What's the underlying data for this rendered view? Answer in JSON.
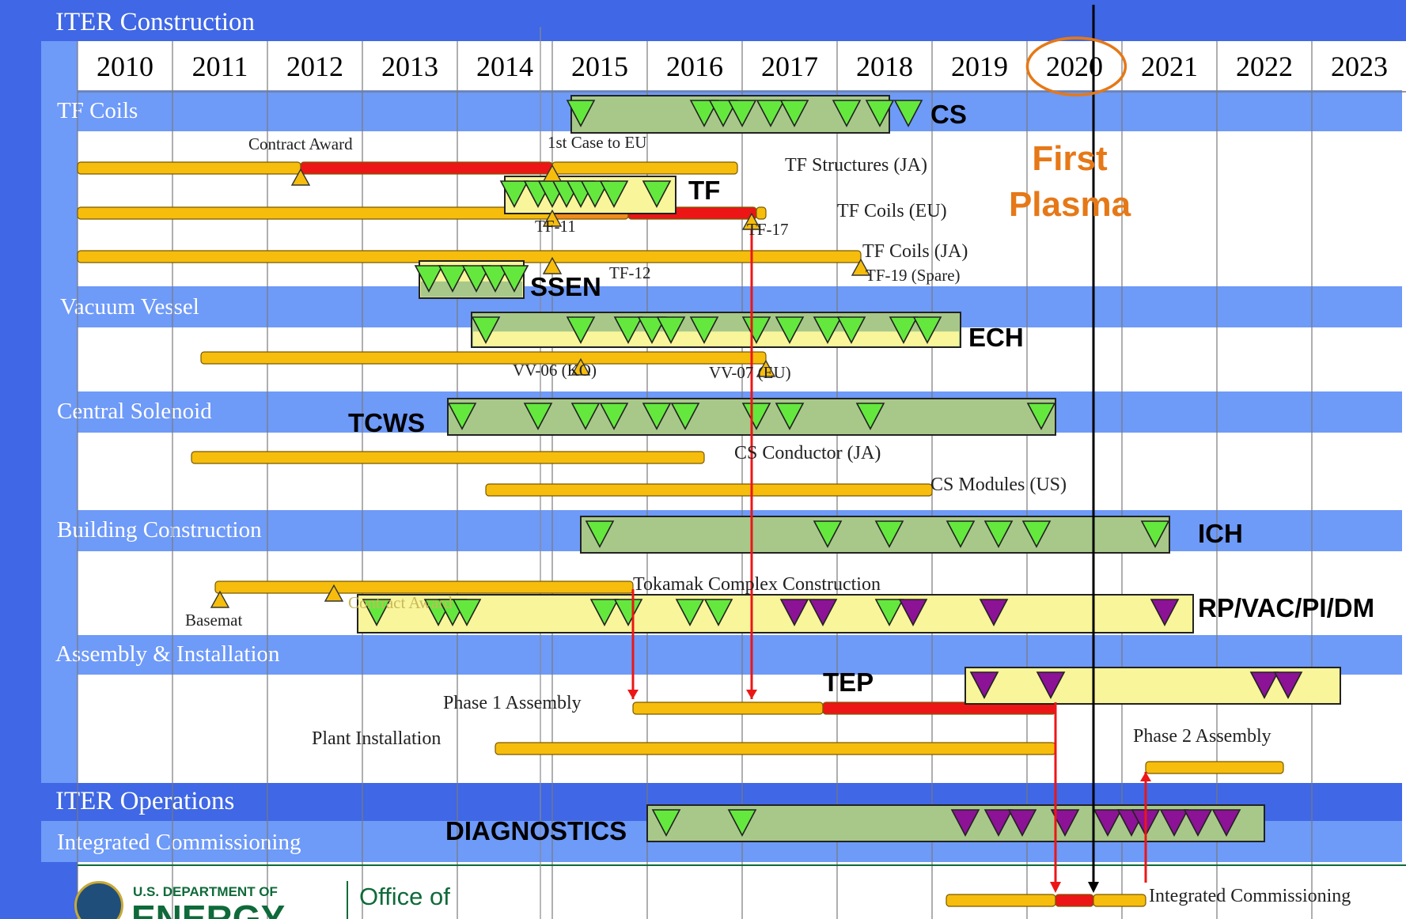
{
  "chart_data": {
    "type": "gantt",
    "title": "ITER Construction",
    "years": [
      "2010",
      "2011",
      "2012",
      "2013",
      "2014",
      "2015",
      "2016",
      "2017",
      "2018",
      "2019",
      "2020",
      "2021",
      "2022",
      "2023"
    ],
    "sections": [
      {
        "key": "tf",
        "label": "TF Coils"
      },
      {
        "key": "vv",
        "label": "Vacuum Vessel"
      },
      {
        "key": "cs",
        "label": "Central Solenoid"
      },
      {
        "key": "bc",
        "label": "Building Construction"
      },
      {
        "key": "ai",
        "label": "Assembly & Installation"
      },
      {
        "key": "ops",
        "label": "ITER Operations"
      },
      {
        "key": "ic",
        "label": "Integrated Commissioning"
      }
    ],
    "activities": [
      {
        "label": "TF Structures (JA)",
        "segments": [
          [
            2010.0,
            2012.35,
            "yellow"
          ],
          [
            2012.35,
            2015.0,
            "red"
          ],
          [
            2015.0,
            2016.95,
            "yellow"
          ]
        ]
      },
      {
        "label": "TF Coils (EU)",
        "segments": [
          [
            2010.0,
            2015.0,
            "yellow"
          ],
          [
            2015.0,
            2015.8,
            "orange"
          ],
          [
            2015.8,
            2017.15,
            "red"
          ],
          [
            2017.15,
            2017.25,
            "yellow"
          ]
        ]
      },
      {
        "label": "TF Coils (JA)",
        "segments": [
          [
            2010.0,
            2018.25,
            "yellow"
          ]
        ]
      },
      {
        "label": "Vacuum Vessel",
        "segments": [
          [
            2011.3,
            2017.25,
            "yellow"
          ]
        ]
      },
      {
        "label": "CS Conductor (JA)",
        "segments": [
          [
            2011.2,
            2016.6,
            "yellow"
          ]
        ]
      },
      {
        "label": "CS Modules (US)",
        "segments": [
          [
            2014.3,
            2019.0,
            "yellow"
          ]
        ]
      },
      {
        "label": "Tokamak Complex Construction",
        "segments": [
          [
            2011.45,
            2015.85,
            "yellow"
          ]
        ]
      },
      {
        "label": "Phase 1 Assembly",
        "segments": [
          [
            2015.85,
            2017.85,
            "yellow"
          ],
          [
            2017.85,
            2020.3,
            "red"
          ]
        ]
      },
      {
        "label": "Plant Installation",
        "segments": [
          [
            2014.4,
            2020.3,
            "yellow"
          ]
        ]
      },
      {
        "label": "Phase 2 Assembly",
        "segments": [
          [
            2021.25,
            2022.7,
            "yellow"
          ]
        ]
      },
      {
        "label": "Integrated Commissioning",
        "segments": [
          [
            2019.15,
            2020.3,
            "yellow"
          ],
          [
            2020.3,
            2020.7,
            "red"
          ],
          [
            2020.7,
            2021.25,
            "yellow"
          ]
        ]
      }
    ],
    "milestones": [
      {
        "label": "Contract Award",
        "date": 2012.35
      },
      {
        "label": "1st Case to EU",
        "date": 2015.0
      },
      {
        "label": "TF-11",
        "date": 2015.0
      },
      {
        "label": "TF-17",
        "date": 2017.1
      },
      {
        "label": "TF-12",
        "date": 2015.0
      },
      {
        "label": "TF-19 (Spare)",
        "date": 2018.25
      },
      {
        "label": "VV-06 (KO)",
        "date": 2015.3
      },
      {
        "label": "VV-07 (EU)",
        "date": 2017.25
      },
      {
        "label": "Basemat",
        "date": 2011.5
      },
      {
        "label": "Contract Award",
        "date": 2012.7
      }
    ],
    "procurement_packages": [
      {
        "label": "CS",
        "start": 2015.2,
        "end": 2018.55,
        "deliveries": [
          2015.3,
          2016.6,
          2016.8,
          2017.0,
          2017.3,
          2017.55,
          2018.1,
          2018.45,
          2018.75
        ]
      },
      {
        "label": "TF",
        "start": 2014.5,
        "end": 2016.3,
        "deliveries": [
          2014.6,
          2014.85,
          2015.0,
          2015.15,
          2015.3,
          2015.45,
          2015.65,
          2016.1
        ]
      },
      {
        "label": "SSEN",
        "start": 2013.6,
        "end": 2014.7,
        "deliveries": [
          2013.7,
          2013.95,
          2014.2,
          2014.4,
          2014.6
        ]
      },
      {
        "label": "ECH",
        "start": 2014.15,
        "end": 2019.3,
        "deliveries": [
          2014.3,
          2015.3,
          2015.8,
          2016.05,
          2016.25,
          2016.6,
          2017.15,
          2017.5,
          2017.9,
          2018.15,
          2018.7,
          2018.95
        ]
      },
      {
        "label": "TCWS",
        "start": 2013.9,
        "end": 2020.3,
        "deliveries": [
          2014.05,
          2014.85,
          2015.35,
          2015.65,
          2016.1,
          2016.4,
          2017.15,
          2017.5,
          2018.35,
          2020.15
        ]
      },
      {
        "label": "ICH",
        "start": 2015.3,
        "end": 2021.5,
        "deliveries": [
          2015.5,
          2017.9,
          2018.55,
          2019.3,
          2019.7,
          2020.1,
          2021.35
        ]
      },
      {
        "label": "RP/VAC/PI/DM",
        "start": 2012.95,
        "end": 2021.75,
        "deliveries": [
          2013.15,
          2013.8,
          2013.95,
          2014.1,
          2015.55,
          2015.8,
          2016.45,
          2016.75,
          2017.55,
          2017.85,
          2018.55,
          2018.8,
          2019.65,
          2021.45
        ]
      },
      {
        "label": "TEP",
        "start": 2019.35,
        "end": 2023.3,
        "deliveries": [
          2019.55,
          2020.25,
          2022.5,
          2022.75
        ]
      },
      {
        "label": "DIAGNOSTICS",
        "start": 2016.0,
        "end": 2022.5,
        "deliveries": [
          2016.2,
          2017.0,
          2019.35,
          2019.7,
          2019.95,
          2020.4,
          2020.85,
          2021.1,
          2021.25,
          2021.55,
          2021.8,
          2022.1
        ]
      }
    ],
    "first_plasma": {
      "label_line1": "First",
      "label_line2": "Plasma",
      "year": "2020"
    }
  },
  "colors": {
    "frame": "#3f67e6",
    "section_band": "#6e9af8",
    "grid": "#7a7a7a",
    "bar_yellow": "#f6bd0c",
    "bar_red": "#ec1616",
    "bar_orange": "#f28c1a",
    "pkg_green": "#a8c88a",
    "pkg_yellow": "#f8f59a",
    "tri_green": "#64e83e",
    "tri_purple": "#8c1296",
    "first_plasma": "#e67817"
  },
  "footer": {
    "dept_line1": "U.S. DEPARTMENT OF",
    "dept_line2": "ENERGY",
    "office": "Office of"
  }
}
